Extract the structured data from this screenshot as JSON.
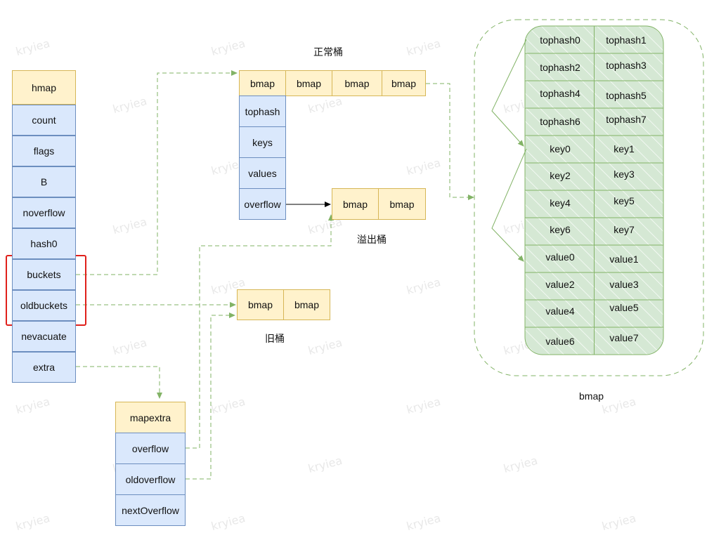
{
  "watermark": "kryiea",
  "hmap": {
    "title": "hmap",
    "fields": [
      "count",
      "flags",
      "B",
      "noverflow",
      "hash0",
      "buckets",
      "oldbuckets",
      "nevacuate",
      "extra"
    ]
  },
  "normal_buckets": {
    "label": "正常桶",
    "bmaps": [
      "bmap",
      "bmap",
      "bmap",
      "bmap"
    ],
    "fields": [
      "tophash",
      "keys",
      "values",
      "overflow"
    ]
  },
  "overflow_buckets": {
    "label": "溢出桶",
    "bmaps": [
      "bmap",
      "bmap"
    ]
  },
  "old_buckets": {
    "label": "旧桶",
    "bmaps": [
      "bmap",
      "bmap"
    ]
  },
  "mapextra": {
    "title": "mapextra",
    "fields": [
      "overflow",
      "oldoverflow",
      "nextOverflow"
    ]
  },
  "bmap_detail": {
    "label": "bmap",
    "rows": [
      [
        "tophash0",
        "tophash1"
      ],
      [
        "tophash2",
        "tophash3"
      ],
      [
        "tophash4",
        "tophash5"
      ],
      [
        "tophash6",
        "tophash7"
      ],
      [
        "key0",
        "key1"
      ],
      [
        "key2",
        "key3"
      ],
      [
        "key4",
        "key5"
      ],
      [
        "key6",
        "key7"
      ],
      [
        "value0",
        "value1"
      ],
      [
        "value2",
        "value3"
      ],
      [
        "value4",
        "value5"
      ],
      [
        "value6",
        "value7"
      ]
    ]
  },
  "colors": {
    "yellow_fill": "#fff2cc",
    "yellow_stroke": "#d6b656",
    "blue_fill": "#dae8fc",
    "blue_stroke": "#6c8ebf",
    "green_fill": "#d5e8d4",
    "green_stroke": "#82b366",
    "highlight": "#e0201b"
  }
}
